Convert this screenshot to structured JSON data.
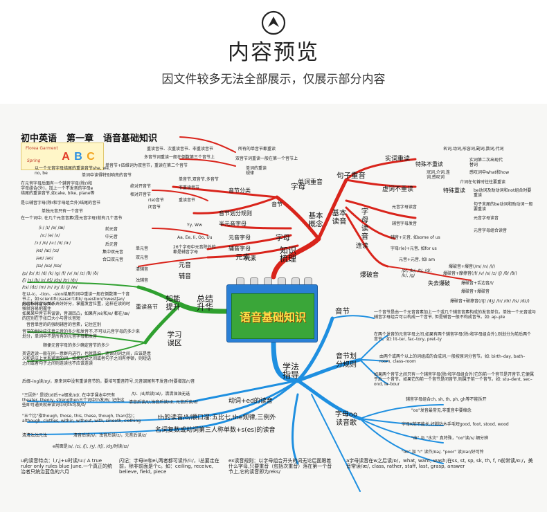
{
  "header": {
    "title": "内容预览",
    "subtitle": "因文件较多无法全部展示，仅展示部分内容"
  },
  "colors": {
    "red": "#d9241b",
    "blue": "#1e8fe0",
    "green": "#2fa02f",
    "calendar_blue": "#2a7fd4"
  },
  "chapter": {
    "line1": "初中英语",
    "line2": "第一章",
    "line3": "语音基础知识"
  },
  "abc_box": {
    "caption": "Florea Garment",
    "caption2": "Spring",
    "letters": [
      "A",
      "B",
      "C"
    ]
  },
  "center": {
    "title": "语音基础知识"
  },
  "branches": {
    "basic_concepts": "基本概念",
    "basic_reading": "基本读音",
    "knowledge": "知识梳理",
    "summary": "总结升华",
    "ability": "知能提升",
    "misconception": "学习误区",
    "method": "学法指导",
    "syllable_concept": "音节",
    "letters_branch": "字母",
    "elements": "元素",
    "sentence_stress": "句子重音",
    "word_stress": "单词重音",
    "letter_reading": "字母读音",
    "liaison": "连读",
    "plosion": "爆破音",
    "syllable_method": "音节",
    "syllable_division": "音节划分规则",
    "oo_reading": "字母oo读音歌"
  },
  "left_top": {
    "stress_rule_head": "单词的重读规律",
    "stress_rules": [
      "所有的单音节都重读",
      "双音节词重读一般在第一个音节上",
      "重读音节、次重读音节、非重读音节",
      "多音节词重读一般在倒数第三个音节上",
      "单音节+四维词为双音节，重读在第二个音节"
    ],
    "vowel_intro": "以一个元音字母结尾的重读音节she, we, no, be",
    "single_vowel": "单词中读得特别响亮的音节",
    "syllable_types": [
      "绝对开音节",
      "相对开音节",
      "闭音节",
      "r(e)音节"
    ],
    "syllable_class": "音节分类",
    "syllable_class_items": [
      "非重读音节",
      "单音节,双音节,多音节",
      "重读音节"
    ],
    "open_syl": "在元音字母后面有一个辅音字母(除r)和字母组合(外)，加上一个不发音的字母e结尾的重读音节,如cake, bike, plane等",
    "closed_syl": "是以辅音字母(除r和字母组合外)结尾的音节",
    "r_syl": "单独元音只有一个音节",
    "division": "音节划分规则",
    "division_note": "在一个词中, 在几个元音音素(是元音字母)就有几个音节"
  },
  "left_mid": {
    "vowels": [
      "/i:/ /ɪ/ /e/ /æ/",
      "/ɜ:/ /ə/ /ʌ/",
      "/ɔ:/ /ɒ/ /u:/ /ʊ/ /ɑ:/",
      "/eɪ/ /aɪ/ /ɔɪ/",
      "/əʊ/ /aʊ/",
      "/ɪə/ /eə/ /ʊə/"
    ],
    "vowel_types": [
      "前元音",
      "中元音",
      "后元音",
      "集中双元音",
      "合口双元音"
    ],
    "single_vowel": "单元音",
    "double_vowel": "双元音",
    "consonants": [
      "/p/ /b/ /t/ /d/ /k/ /g/ /f/ /v/ /s/ /z/ /θ/ /ð/",
      "/ʃ/ /ʒ/ /h/ /r/ /tʃ/ /dʒ/ /tr/ /dr/",
      "/ts/ /dz/ /m/ /n/ /ŋ/ /l/ /j/ /w/"
    ],
    "consonant_types": [
      "清辅音",
      "浊辅音"
    ],
    "consonant_note": "在以-ic、-tion、-sion结尾的词中重读一般在倒数第一个音节上，如:scientific/saɪən'tɪfɪk/ question/'kwestʃən/ pacific/pə'sɪfɪk/",
    "yw": "Yy, Ww",
    "half_vowel": "半元音字母",
    "vowel_letters": "Aa, Ee, Ii, Oo, Uu",
    "vowel_letter_label": "元音字母",
    "consonant_letters": "26个字母中元音除外的都是辅音字母",
    "consonant_letter_label": "辅音字母",
    "letter": "字母",
    "element": "元素",
    "vowel": "元音",
    "consonant": "辅音"
  },
  "left_bottom": {
    "stress_head": "重读音节",
    "stress_notes": [
      "把音标转音标关系弄好好分，掌握发音位置，这样在读的时候就容易把握住",
      "如果某些音节有误读，音调凹凸，如果有/ei/和/e/ 都在/æ/的区别在于张口大小与音长音短",
      "音音单音的的强制辅音的音素，记住区别"
    ],
    "syllable_note": "音节的划分应注意元音的多少和发音不,不可以元音字母的多少来划分，单词中不是所有的元音字母都发音",
    "mid_note": "顺便元音字母的多少确定音节的多少",
    "misconception_note": "英语连读一般在同一意群内进行，也就是说，连读的词之间，应该是意义和语法上关系紧密的词。如果短语之间或者句子之间有停顿，则短语之间或者句子之间则连读也不应该连读",
    "long_bottom": "后缀–ing读/ɪŋ/，原来词中没有重读音节的，要培写重音符号,元音调尾有不发音r时要增加/r/音"
  },
  "bottom_left": {
    "ed_notes": [
      "\"三因外\" 是说t/d后+e缀发/ɪd/, 在中学课本中只有theater, theory, strengthen三个词中th发/θ/, 记住这些即可通关就来读词中的th均发/ð/",
      "\"五个比\"指though, those, this, these, though, than(比)；although, clothes, within, without, with, smooth, clothing"
    ],
    "ed_rule": "/t/、/d/后读/ɪd/，清清浊浊无选",
    "ed_rule2": "清音后读/t/,浊音后读/d/, 元音后读/d/",
    "ed_reading": "动词+ed的读音",
    "th_reading": "th的读音/ð/顺口溜:五比七,the规律,三例外",
    "plural_reading": "名词复数或动词第三人称单数+s(es)的读音",
    "plural_rule": "清清浊浊元浊",
    "plural_rule2": "清音后读/s/，浊音后读/z/，元音后读/z/",
    "plural_rule3": "e前面是/s/, /z/, /ʃ/, /ʒ/, /tʃ/, /dʒ/时读/ɪz/",
    "u_note": "u的读音特点：l,r,j+u时读/u:/ A true ruler only rules blue June.一个真正的统治者只统治蓝色的六月",
    "ie_note": "闪记：字母ie和ei,两者都可读作/i:/，i总要走在前，除非前面是个c。如：ceiling, receive, believe, field, piece",
    "ex_note": "ex读音规则：以字母组合开头的词无论后面跟着什么字母,只要重音（包括次重音）落在第一个音节上,它的读音即为/eks/",
    "a_note": "a字母读音在w之后读/ɒ/，what, want, wash;在ss, st, sp, sk, th, f, n前常读/ɑ:/，美音常读/æ/, class, rather, staff, last, grasp, answer"
  },
  "right_top": {
    "real_words": "实词重读",
    "real_words_list": "名词,动词,形容词,副词,数词,代词",
    "special": "特殊不重读",
    "special_note1": "实词第二次出现代替词",
    "special_note2": "感叹词中what和how",
    "articles": "冠词,介词,连词,感叹词",
    "function_words": "虚词不重读",
    "special_stress": "特殊重读",
    "special_stress_note": "介词在句首时往往要重读",
    "be_note": "be动词及助动词和not组合时要重读",
    "end_note": "句子末尾的be动词和助动词一般要重读",
    "vowel_read": "元音字母读音",
    "vowel_read_note": "元音字母读音",
    "consonant_read": "辅音字母发音",
    "consonant_read_note": "元音字母组合读音",
    "liaison_rule": "辅音+元音, 如some of us",
    "liaison_rule2": "字母r(e)+元音, 如for us",
    "plosion_rule1": "元音+元音, 如I am",
    "plosion_sounds": "/p/, /b/, /t/, /d/, /k/, /g/",
    "lose_plosion": "失去爆破",
    "plosion_items": [
      "爆破音+爆音(/m/ /n/ /l/)",
      "爆破音+摩擦音(/f/ /v/ /s/ /z/ /ʃ/ /θ/ /ð/)",
      "爆破音+舌边音/l/",
      "爆破音+爆破音",
      "爆破音+破擦音(/tʃ/ /dʒ/ /tr/ /dr/ /ts/ /dz/)"
    ]
  },
  "right_bottom": {
    "syllable_def": "一个音节是由一个元音音素加上一个或几个辅音音素构成的发音单位。单独一个元音或与辅音字母组合可以构成一个音节, 但是辅音一般不构成音节。如: ap–ple",
    "division1": "在两个发音的元音字母之间,如果有两个辅音字母(除r和字母组合外),则划分为前后两个音节。如: lit–ter, fac–tory, pret–ty",
    "division2": "由两个或两个以上的词组成的合成词,一般按原词分音节。如: birth–day, bath–room, class–room",
    "division3": "如果两个音节之间只有一个辅音字母(除r和字母组合外)它的前一个音节是开音节,它便属于后一个音节。如果它的前一个音节是闭音节,则属于前一个音节。如: stu–dent, sec–ond, la–bour",
    "oo_note1": "辅音字母组合ch, sh, th, ph, gh等不能拆开",
    "oo_note2": "\"oo\"发音最常见,非重音中要缩念",
    "oo_note3": "字母K前不能长,好脚站木手毛短good, foot, stood, wood",
    "oo_note4": "\"血\" 与 \"水灾\" 真特殊，\"oo\"读/ʌ/ 细分辨",
    "oo_note5": "\"oo\" 加 \"r\" 读作/ʊə/, \"poor\" 读/ʊər/好可怜"
  }
}
